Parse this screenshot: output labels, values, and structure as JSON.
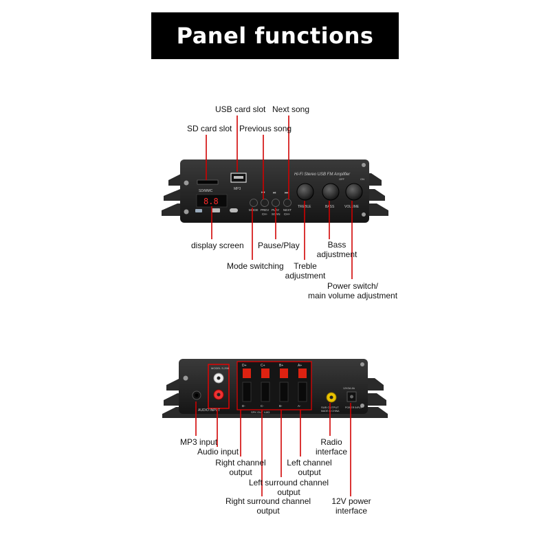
{
  "title": "Panel functions",
  "front_panel": {
    "labels": {
      "usb_card_slot": "USB card slot",
      "next_song": "Next song",
      "sd_card_slot": "SD card slot",
      "previous_song": "Previous song",
      "display_screen": "display screen",
      "pause_play": "Pause/Play",
      "bass_line1": "Bass",
      "bass_line2": "adjustment",
      "mode_switching": "Mode switching",
      "treble_line1": "Treble",
      "treble_line2": "adjustment",
      "power_line1": "Power switch/",
      "power_line2": "main volume adjustment"
    },
    "device_text": {
      "sd_slot": "SD/MMC",
      "mp3": "MP3",
      "brand": "Hi-Fi Stereo USB FM Amplifier",
      "display": "8.8",
      "btn_mode": "MODE",
      "btn_prev": "PREV",
      "btn_prev_sub": "CH-",
      "btn_play": "PLAY",
      "btn_play_sub": "SCAN",
      "btn_next": "NEXT",
      "btn_next_sub": "CH+",
      "treble": "TREBLE",
      "bass": "BASS",
      "volume": "VOLUME",
      "off": "OFF",
      "on": "ON"
    }
  },
  "rear_panel": {
    "labels": {
      "mp3_input": "MP3 input",
      "audio_input": "Audio input",
      "right_ch_line1": "Right channel",
      "right_ch_line2": "output",
      "left_ch_line1": "Left channel",
      "left_ch_line2": "output",
      "left_sur_line1": "Left surround channel",
      "left_sur_line2": "output",
      "right_sur_line1": "Right surround channel",
      "right_sur_line2": "output",
      "radio_line1": "Radio",
      "radio_line2": "interface",
      "power12_line1": "12V power",
      "power12_line2": "interface"
    },
    "device_text": {
      "model": "MODEL S-298",
      "audio_input": "AUDIO INPUT",
      "d_plus": "D+",
      "c_plus": "C+",
      "b_plus": "B+",
      "a_plus": "A+",
      "d_minus": "D-",
      "c_minus": "C-",
      "b_minus": "B-",
      "a_minus": "A-",
      "speaker_note": "SPK OUT 4-8Ω",
      "sub_output": "SUB OUTPUT",
      "made_in": "MADE IN CHINA",
      "power_input": "POWER INPUT",
      "dc_rating": "12V/3A-5A"
    }
  },
  "colors": {
    "title_bg": "#000000",
    "leader_line": "#d00000",
    "panel_dark": "#1c1c1c",
    "display_red": "#ff2a2a"
  }
}
